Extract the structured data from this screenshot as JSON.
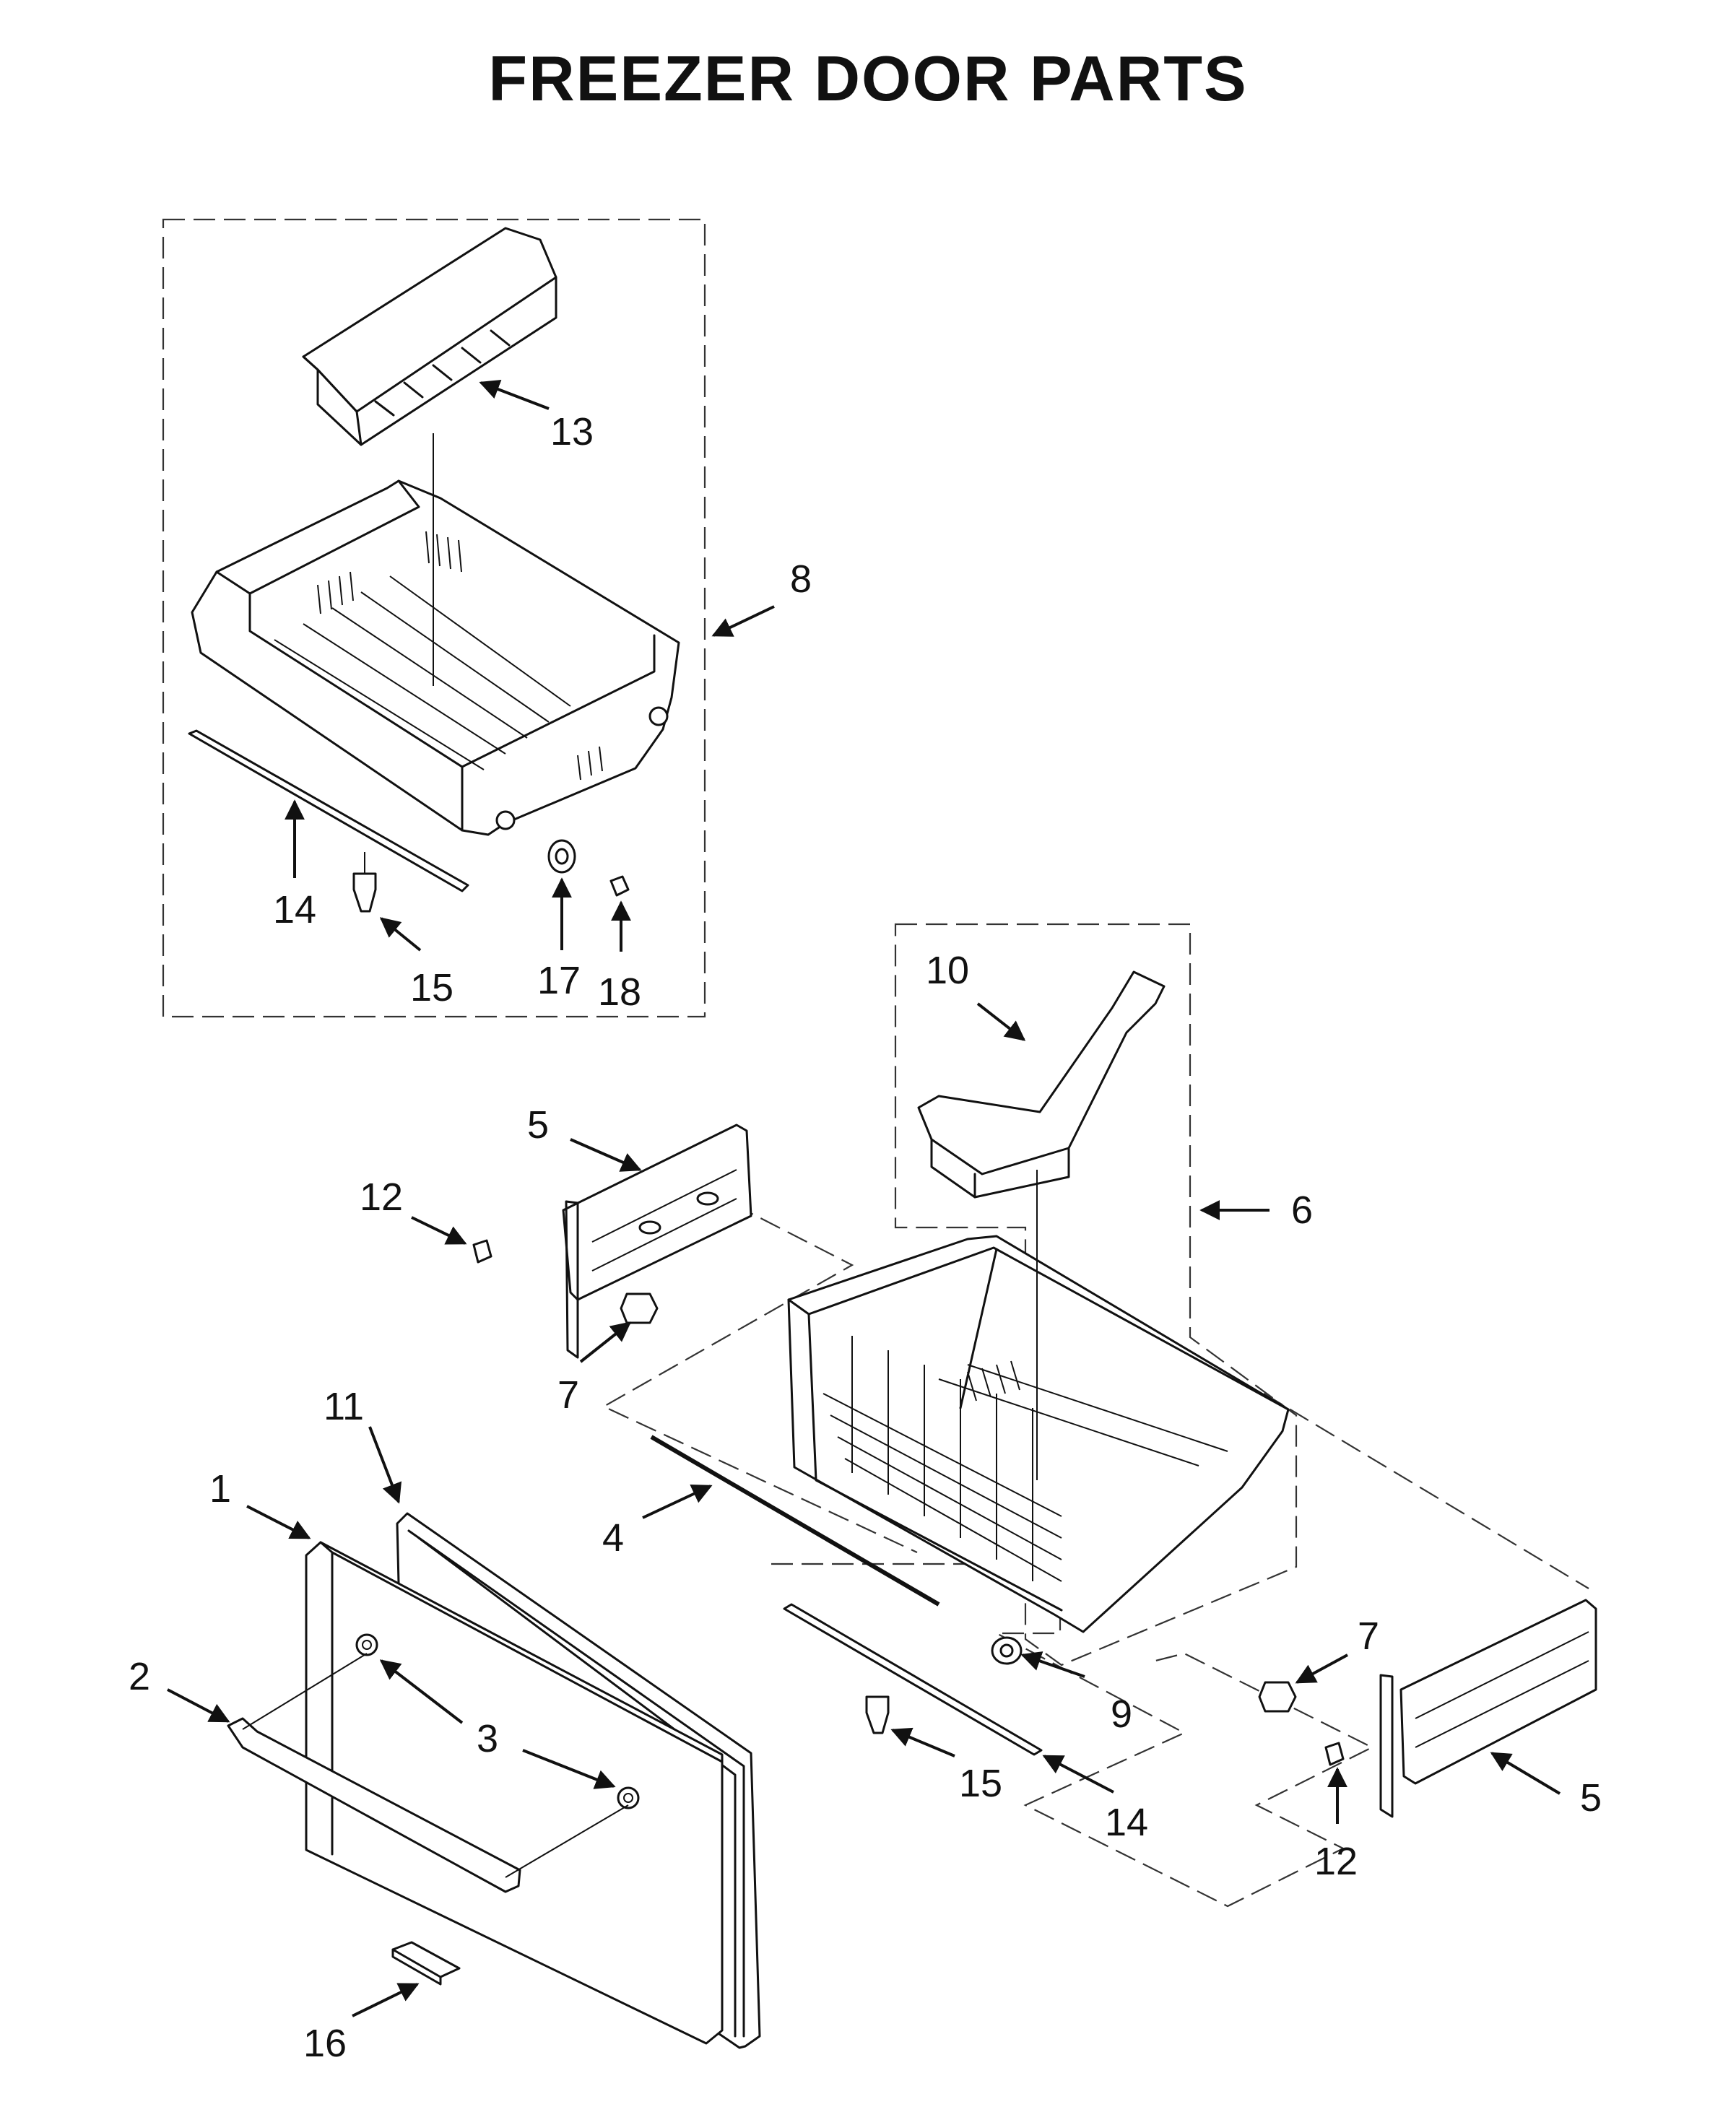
{
  "title": "FREEZER DOOR PARTS",
  "callouts": [
    {
      "id": "c13",
      "text": "13"
    },
    {
      "id": "c8",
      "text": "8"
    },
    {
      "id": "c14a",
      "text": "14"
    },
    {
      "id": "c15a",
      "text": "15"
    },
    {
      "id": "c17",
      "text": "17"
    },
    {
      "id": "c18",
      "text": "18"
    },
    {
      "id": "c10",
      "text": "10"
    },
    {
      "id": "c5a",
      "text": "5"
    },
    {
      "id": "c12a",
      "text": "12"
    },
    {
      "id": "c6",
      "text": "6"
    },
    {
      "id": "c7a",
      "text": "7"
    },
    {
      "id": "c11",
      "text": "11"
    },
    {
      "id": "c1",
      "text": "1"
    },
    {
      "id": "c4",
      "text": "4"
    },
    {
      "id": "c2",
      "text": "2"
    },
    {
      "id": "c3",
      "text": "3"
    },
    {
      "id": "c7b",
      "text": "7"
    },
    {
      "id": "c9",
      "text": "9"
    },
    {
      "id": "c15b",
      "text": "15"
    },
    {
      "id": "c14b",
      "text": "14"
    },
    {
      "id": "c5b",
      "text": "5"
    },
    {
      "id": "c12b",
      "text": "12"
    },
    {
      "id": "c16",
      "text": "16"
    }
  ]
}
